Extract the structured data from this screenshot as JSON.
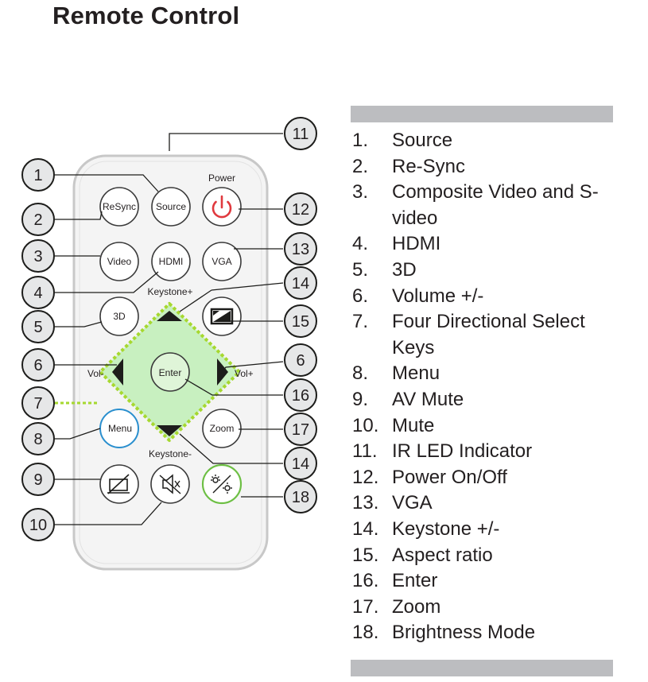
{
  "page": {
    "title": "Remote Control"
  },
  "remote": {
    "labels": {
      "power": "Power",
      "resync": "ReSync",
      "source": "Source",
      "video": "Video",
      "hdmi": "HDMI",
      "vga": "VGA",
      "keystone_plus": "Keystone+",
      "three_d": "3D",
      "vol_minus": "Vol-",
      "vol_plus": "Vol+",
      "enter": "Enter",
      "menu": "Menu",
      "zoom": "Zoom",
      "keystone_minus": "Keystone-"
    },
    "callouts": [
      "1",
      "2",
      "3",
      "4",
      "5",
      "6",
      "7",
      "8",
      "9",
      "10",
      "11",
      "12",
      "13",
      "14",
      "15",
      "6",
      "16",
      "17",
      "14",
      "18"
    ],
    "colors": {
      "power_icon": "#e0393e",
      "dpad_fill": "#c8f0c0",
      "dpad_border": "#a6d82f",
      "brightness_ring": "#6dbf44",
      "menu_ring": "#2a8fce",
      "callout_fill": "#e6e7e8"
    }
  },
  "legend": [
    {
      "num": "1.",
      "text": "Source"
    },
    {
      "num": "2.",
      "text": "Re-Sync"
    },
    {
      "num": "3.",
      "text": "Composite Video and S-video"
    },
    {
      "num": "4.",
      "text": "HDMI"
    },
    {
      "num": "5.",
      "text": "3D"
    },
    {
      "num": "6.",
      "text": "Volume +/-"
    },
    {
      "num": "7.",
      "text": "Four Directional Select Keys"
    },
    {
      "num": "8.",
      "text": "Menu"
    },
    {
      "num": "9.",
      "text": "AV Mute"
    },
    {
      "num": "10.",
      "text": "Mute"
    },
    {
      "num": "11.",
      "text": "IR LED Indicator"
    },
    {
      "num": "12.",
      "text": "Power On/Off"
    },
    {
      "num": "13.",
      "text": "VGA"
    },
    {
      "num": "14.",
      "text": "Keystone +/-"
    },
    {
      "num": "15.",
      "text": "Aspect ratio"
    },
    {
      "num": "16.",
      "text": "Enter"
    },
    {
      "num": "17.",
      "text": "Zoom"
    },
    {
      "num": "18.",
      "text": "Brightness Mode"
    }
  ]
}
